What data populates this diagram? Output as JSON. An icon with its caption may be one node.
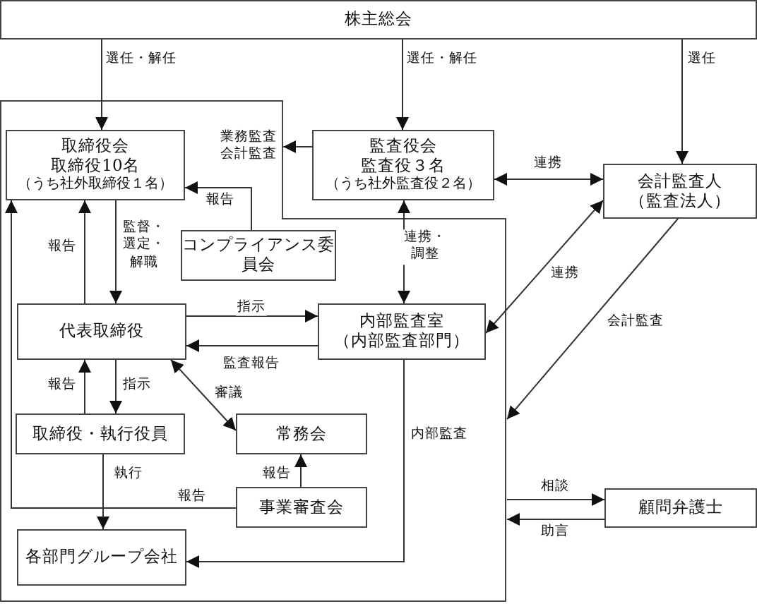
{
  "diagram": {
    "nodes": [
      {
        "text": [
          "株主総会"
        ]
      },
      {
        "text": [],
        "shape": "box"
      },
      {
        "text": [
          "取締役会",
          "取締役10名",
          "（うち社外取締役１名）"
        ],
        "in": 1
      },
      {
        "text": [
          "監査役会",
          "監査役３名",
          "（うち社外監査役２名）"
        ]
      },
      {
        "text": [
          "会計監査人",
          "（監査法人）"
        ]
      },
      {
        "text": [
          "コンプライアンス委員会"
        ],
        "in": 1
      },
      {
        "text": [
          "代表取締役"
        ],
        "in": 1
      },
      {
        "text": [
          "内部監査室",
          "（内部監査部門）"
        ],
        "in": 1
      },
      {
        "text": [
          "取締役・執行役員"
        ],
        "in": 1
      },
      {
        "text": [
          "常務会"
        ],
        "in": 1
      },
      {
        "text": [
          "事業審査会"
        ],
        "in": 1
      },
      {
        "text": [
          "各部門グループ会社"
        ],
        "in": 1
      },
      {
        "text": [
          "顧問弁護士"
        ]
      }
    ],
    "edges": [
      {
        "from": 0,
        "to": 2,
        "arrow": "to",
        "label": "選任・解任"
      },
      {
        "from": 0,
        "to": 3,
        "arrow": "to",
        "label": "選任・解任"
      },
      {
        "from": 0,
        "to": 4,
        "arrow": "to",
        "label": "選任"
      },
      {
        "from": 3,
        "to": 1,
        "arrow": "to",
        "label": "業務監査会計監査"
      },
      {
        "from": 3,
        "to": 4,
        "arrow": "both",
        "label": "連携"
      },
      {
        "from": 5,
        "to": 2,
        "arrow": "to",
        "label": "報告"
      },
      {
        "from": 2,
        "to": 6,
        "arrow": "to",
        "label": "監督・選定・解職"
      },
      {
        "from": 6,
        "to": 2,
        "arrow": "to",
        "label": "報告"
      },
      {
        "from": 10,
        "to": 2,
        "arrow": "to",
        "label": "報告"
      },
      {
        "from": 7,
        "to": 3,
        "arrow": "both",
        "label": "連携・調整"
      },
      {
        "from": 7,
        "to": 4,
        "arrow": "both",
        "label": "連携"
      },
      {
        "from": 4,
        "to": 1,
        "arrow": "to",
        "label": "会計監査"
      },
      {
        "from": 6,
        "to": 7,
        "arrow": "to",
        "label": "指示"
      },
      {
        "from": 7,
        "to": 6,
        "arrow": "to",
        "label": "監査報告"
      },
      {
        "from": 6,
        "to": 9,
        "arrow": "both",
        "label": "審議"
      },
      {
        "from": 6,
        "to": 8,
        "arrow": "to",
        "label": "指示"
      },
      {
        "from": 8,
        "to": 6,
        "arrow": "to",
        "label": "報告"
      },
      {
        "from": 8,
        "to": 11,
        "arrow": "to",
        "label": "執行"
      },
      {
        "from": 10,
        "to": 9,
        "arrow": "to",
        "label": "報告"
      },
      {
        "from": 7,
        "to": 11,
        "arrow": "to",
        "label": "内部監査"
      },
      {
        "from": 1,
        "to": 12,
        "arrow": "to",
        "label": "相談"
      },
      {
        "from": 12,
        "to": 1,
        "arrow": "to",
        "label": "助言"
      }
    ]
  }
}
